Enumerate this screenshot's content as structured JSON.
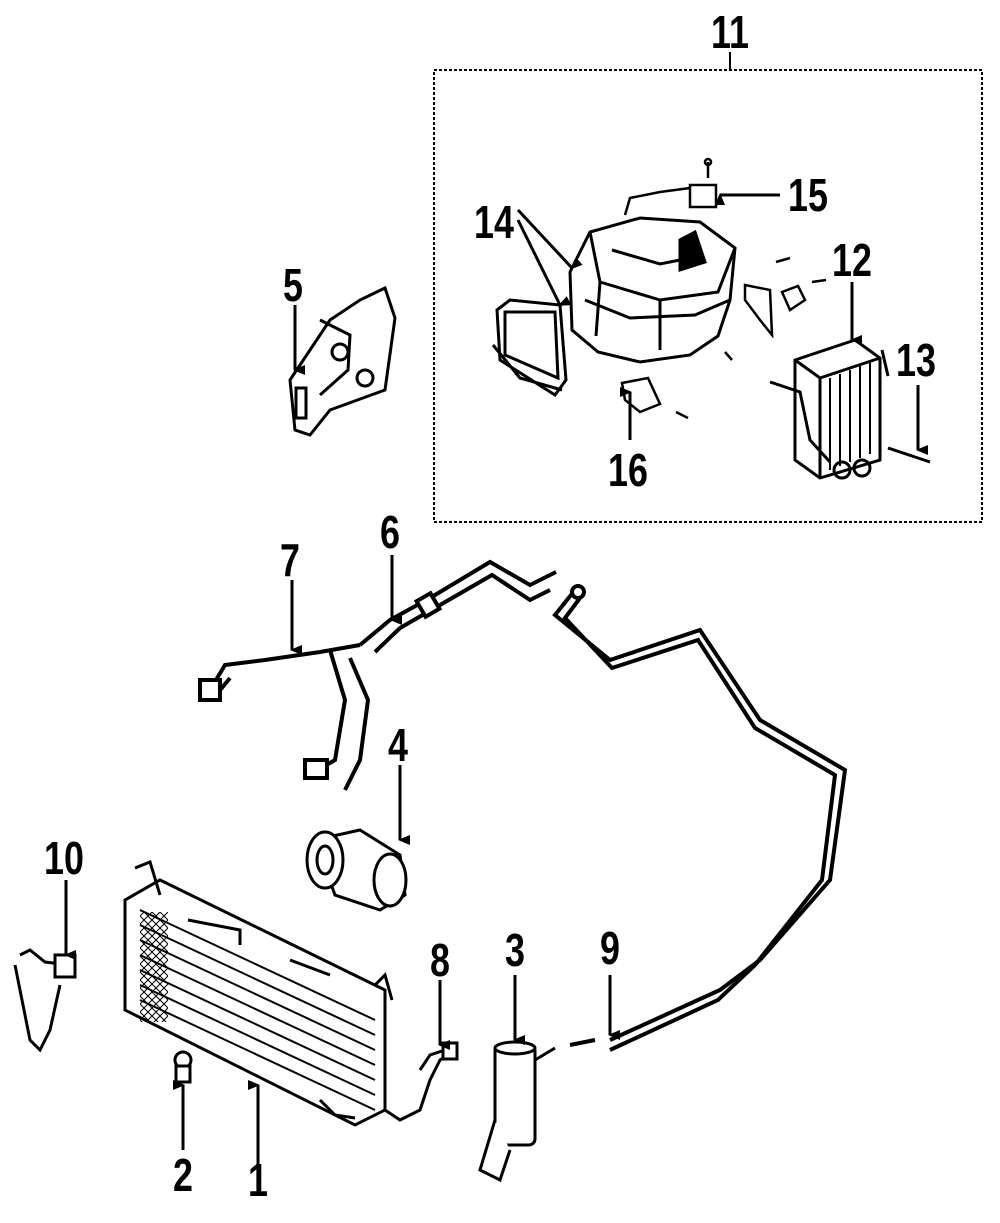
{
  "diagram": {
    "callouts": [
      {
        "id": "1",
        "label": "1"
      },
      {
        "id": "2",
        "label": "2"
      },
      {
        "id": "3",
        "label": "3"
      },
      {
        "id": "4",
        "label": "4"
      },
      {
        "id": "5",
        "label": "5"
      },
      {
        "id": "6",
        "label": "6"
      },
      {
        "id": "7",
        "label": "7"
      },
      {
        "id": "8",
        "label": "8"
      },
      {
        "id": "9",
        "label": "9"
      },
      {
        "id": "10",
        "label": "10"
      },
      {
        "id": "11",
        "label": "11"
      },
      {
        "id": "12",
        "label": "12"
      },
      {
        "id": "13",
        "label": "13"
      },
      {
        "id": "14",
        "label": "14"
      },
      {
        "id": "15",
        "label": "15"
      },
      {
        "id": "16",
        "label": "16"
      }
    ],
    "line_color": "#000000",
    "background": "#ffffff"
  }
}
